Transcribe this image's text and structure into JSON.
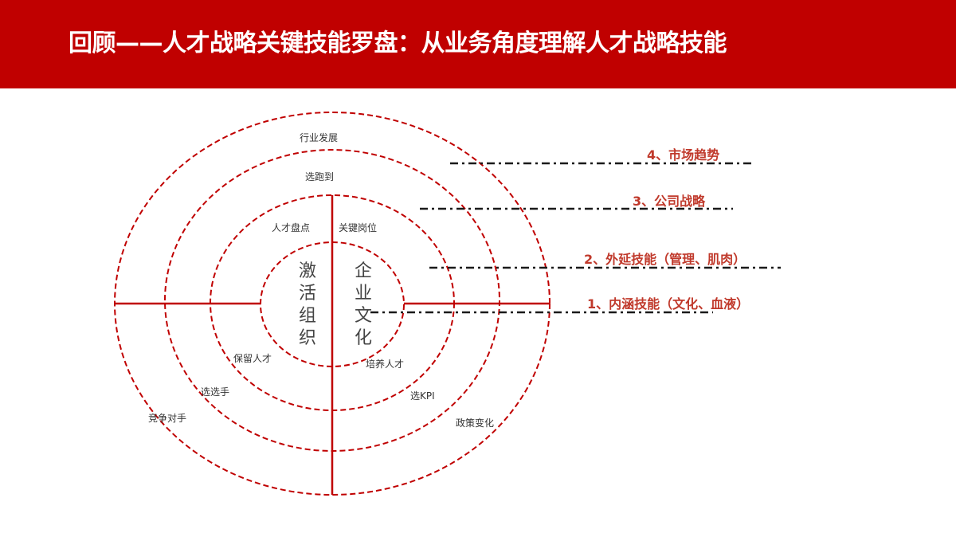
{
  "header": {
    "title": "回顾——人才战略关键技能罗盘：从业务角度理解人才战略技能",
    "background_color": "#C00000"
  },
  "compass": {
    "ring_color": "#C00000",
    "core": {
      "left": [
        "激",
        "活",
        "组",
        "织"
      ],
      "right": [
        "企",
        "业",
        "文",
        "化"
      ],
      "left_label": "激活组织",
      "right_label": "企业文化"
    },
    "ring_labels": {
      "top_outer": "行业发展",
      "top_ring3": "选跑到",
      "top_left_inner": "人才盘点",
      "top_right_inner": "关键岗位",
      "bottom_left_inner": "保留人才",
      "bottom_right_inner": "培养人才",
      "bottom_left_ring3": "选选手",
      "bottom_right_ring3": "选KPI",
      "bottom_left_outer": "竞争对手",
      "bottom_right_outer": "政策变化"
    }
  },
  "layers": [
    {
      "label": "4、市场趋势",
      "color": "#C0392B"
    },
    {
      "label": "3、公司战略",
      "color": "#C0392B"
    },
    {
      "label": "2、外延技能（管理、肌肉）",
      "color": "#C0392B"
    },
    {
      "label": "1、内涵技能（文化、血液）",
      "color": "#C0392B"
    }
  ]
}
